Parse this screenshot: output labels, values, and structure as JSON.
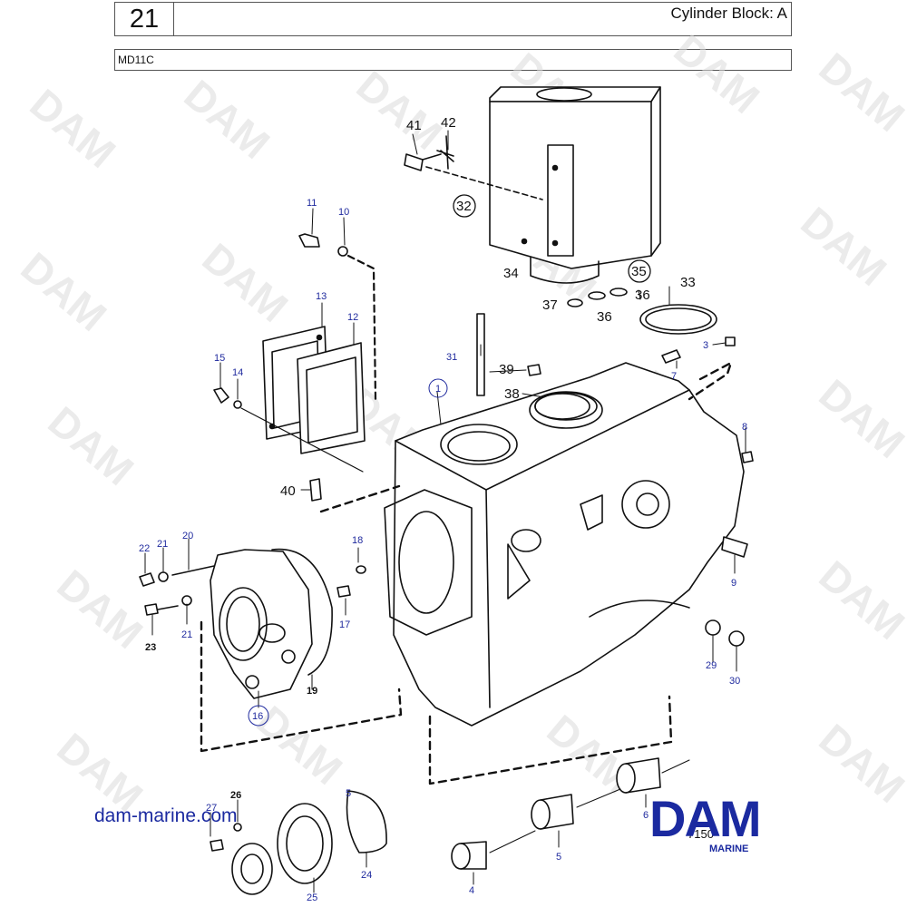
{
  "header": {
    "page_number": "21",
    "title": "Cylinder Block: A",
    "model": "MD11C"
  },
  "watermark": "DAM",
  "footer": {
    "website": "dam-marine.com",
    "logo_text": "DAM",
    "logo_sub": "MARINE",
    "drawing_no": "7150"
  },
  "colors": {
    "label_blue": "#1f2a9e",
    "brand_blue": "#1b2aa0",
    "line": "#111111"
  },
  "callouts": [
    {
      "id": "c1",
      "text": "1",
      "style": "blue",
      "circled": true
    },
    {
      "id": "c3",
      "text": "3",
      "style": "blue"
    },
    {
      "id": "c4",
      "text": "4",
      "style": "blue"
    },
    {
      "id": "c5a",
      "text": "5",
      "style": "blue"
    },
    {
      "id": "c5b",
      "text": "5",
      "style": "blue"
    },
    {
      "id": "c6",
      "text": "6",
      "style": "blue"
    },
    {
      "id": "c7",
      "text": "7",
      "style": "blue"
    },
    {
      "id": "c8",
      "text": "8",
      "style": "blue"
    },
    {
      "id": "c9",
      "text": "9",
      "style": "blue"
    },
    {
      "id": "c10",
      "text": "10",
      "style": "blue"
    },
    {
      "id": "c11",
      "text": "11",
      "style": "blue"
    },
    {
      "id": "c12",
      "text": "12",
      "style": "blue"
    },
    {
      "id": "c13",
      "text": "13",
      "style": "blue"
    },
    {
      "id": "c14",
      "text": "14",
      "style": "blue"
    },
    {
      "id": "c15",
      "text": "15",
      "style": "blue"
    },
    {
      "id": "c16",
      "text": "16",
      "style": "blue",
      "circled": true
    },
    {
      "id": "c17",
      "text": "17",
      "style": "blue"
    },
    {
      "id": "c18",
      "text": "18",
      "style": "blue"
    },
    {
      "id": "c19",
      "text": "19",
      "style": "bold"
    },
    {
      "id": "c20",
      "text": "20",
      "style": "blue"
    },
    {
      "id": "c21a",
      "text": "21",
      "style": "blue"
    },
    {
      "id": "c21b",
      "text": "21",
      "style": "blue"
    },
    {
      "id": "c22",
      "text": "22",
      "style": "blue"
    },
    {
      "id": "c23",
      "text": "23",
      "style": "bold"
    },
    {
      "id": "c24",
      "text": "24",
      "style": "blue"
    },
    {
      "id": "c25",
      "text": "25",
      "style": "blue"
    },
    {
      "id": "c26",
      "text": "26",
      "style": "bold"
    },
    {
      "id": "c27",
      "text": "27",
      "style": "blue"
    },
    {
      "id": "c29",
      "text": "29",
      "style": "blue"
    },
    {
      "id": "c30",
      "text": "30",
      "style": "blue"
    },
    {
      "id": "c31",
      "text": "31",
      "style": "blue"
    },
    {
      "id": "c32",
      "text": "32",
      "style": "black",
      "circled": true
    },
    {
      "id": "c33",
      "text": "33",
      "style": "black"
    },
    {
      "id": "c34",
      "text": "34",
      "style": "black"
    },
    {
      "id": "c35",
      "text": "35",
      "style": "black",
      "circled": true
    },
    {
      "id": "c36a",
      "text": "36",
      "style": "black"
    },
    {
      "id": "c36b",
      "text": "36",
      "style": "black"
    },
    {
      "id": "c37",
      "text": "37",
      "style": "black"
    },
    {
      "id": "c38",
      "text": "38",
      "style": "black"
    },
    {
      "id": "c39",
      "text": "39",
      "style": "black"
    },
    {
      "id": "c40",
      "text": "40",
      "style": "black"
    },
    {
      "id": "c41",
      "text": "41",
      "style": "black"
    },
    {
      "id": "c42",
      "text": "42",
      "style": "black"
    }
  ]
}
